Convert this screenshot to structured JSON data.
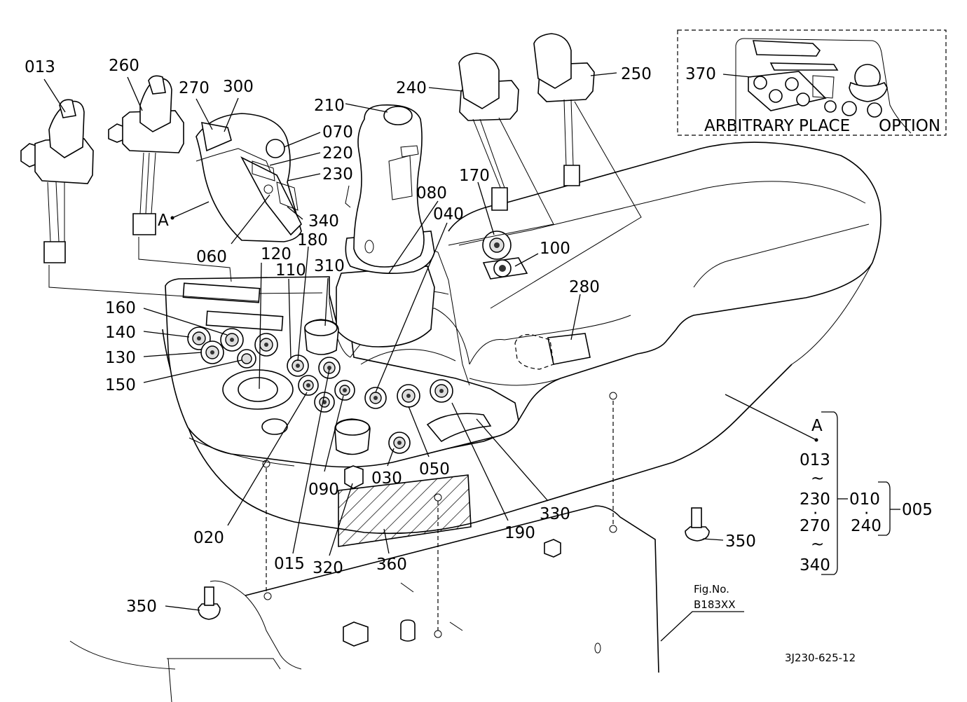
{
  "labels": {
    "p013": "013",
    "p260": "260",
    "p270": "270",
    "p300": "300",
    "p210": "210",
    "p240": "240",
    "p250": "250",
    "p370": "370",
    "p070": "070",
    "p220": "220",
    "p230": "230",
    "p340": "340",
    "p080": "080",
    "p040": "040",
    "p170": "170",
    "p100": "100",
    "p060": "060",
    "p120": "120",
    "p180": "180",
    "p110": "110",
    "p310": "310",
    "p280": "280",
    "p160": "160",
    "p140": "140",
    "p130": "130",
    "p150": "150",
    "p020": "020",
    "p015": "015",
    "p320": "320",
    "p090": "090",
    "p030": "030",
    "p050": "050",
    "p190": "190",
    "p330": "330",
    "p360": "360",
    "p350a": "350",
    "p350b": "350",
    "refA": "A",
    "refA2": "A"
  },
  "inset": {
    "caption_left": "ARBITRARY PLACE",
    "caption_right": "OPTION"
  },
  "legend": {
    "a": "A",
    "r013": "013",
    "tilde1": "~",
    "r230": "230",
    "dot1": "·",
    "r270": "270",
    "tilde2": "~",
    "r340": "340",
    "r010": "010",
    "dot2": "·",
    "r240": "240",
    "r005": "005"
  },
  "figure": {
    "fig_label": "Fig.No.",
    "fig_number": "B183XX",
    "drawing_code": "3J230-625-12"
  }
}
